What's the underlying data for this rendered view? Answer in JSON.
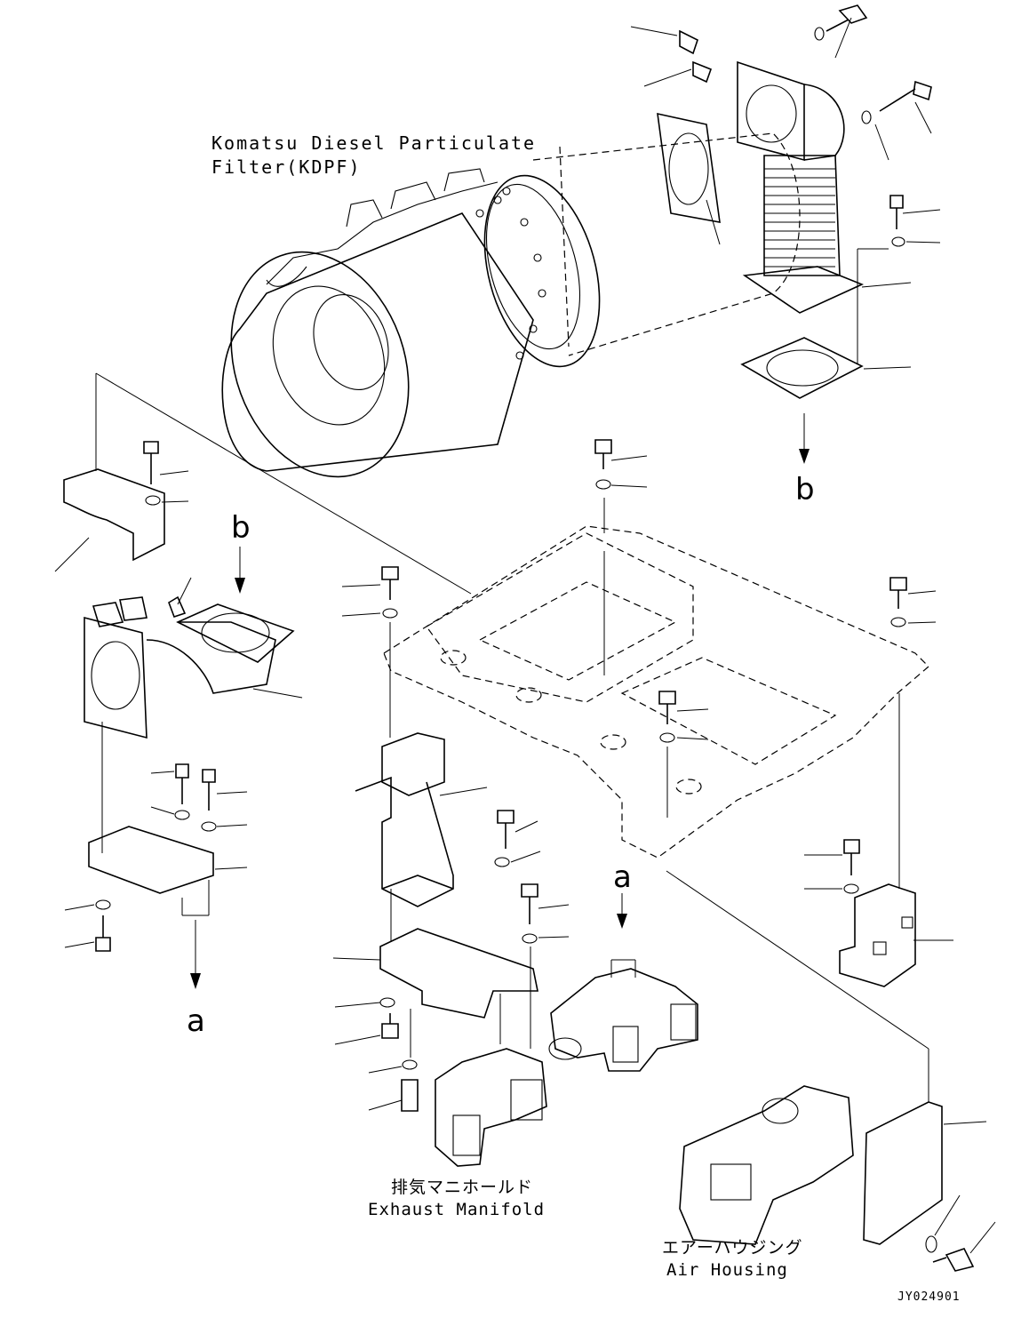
{
  "diagram": {
    "kdpf_label": [
      "Komatsu Diesel Particulate",
      "Filter(KDPF)"
    ],
    "exhaust_manifold_label": [
      "排気マニホールド",
      "Exhaust Manifold"
    ],
    "air_housing_label": [
      "エアーハウジング",
      "Air Housing"
    ],
    "reference_markers": {
      "b_top": "b",
      "b_left": "b",
      "a_left": "a",
      "a_center": "a"
    },
    "drawing_code": "JY024901"
  }
}
